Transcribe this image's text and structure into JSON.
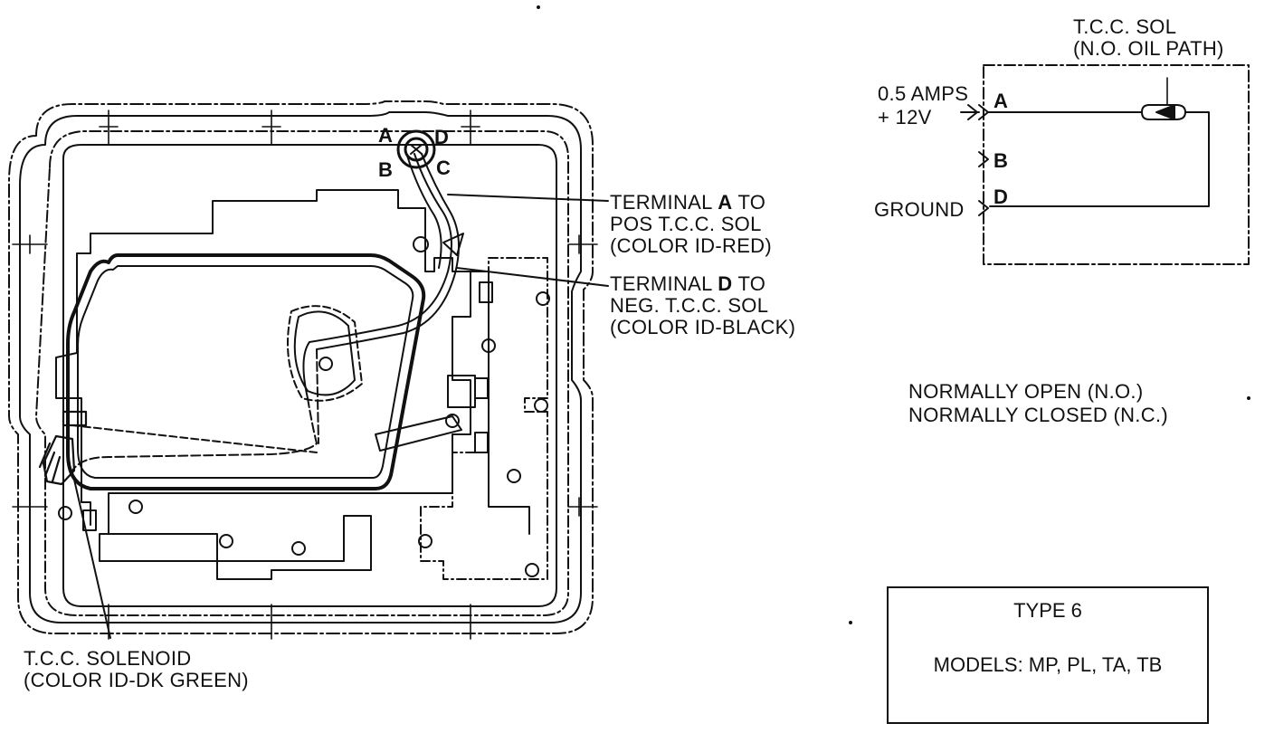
{
  "pan_labels": {
    "terminal_a": [
      "TERMINAL A TO",
      "POS T.C.C. SOL",
      "(COLOR ID-RED)"
    ],
    "terminal_d": [
      "TERMINAL D TO",
      "NEG. T.C.C. SOL",
      "(COLOR ID-BLACK)"
    ],
    "solenoid": [
      "T.C.C. SOLENOID",
      "(COLOR ID-DK GREEN)"
    ],
    "connector_pins": {
      "a": "A",
      "b": "B",
      "c": "C",
      "d": "D"
    }
  },
  "schematic": {
    "sol_title": [
      "T.C.C. SOL",
      "(N.O. OIL PATH)"
    ],
    "supply": [
      "0.5 AMPS",
      "+ 12V"
    ],
    "ground": "GROUND",
    "pins": {
      "a": "A",
      "b": "B",
      "d": "D"
    }
  },
  "legend": [
    "NORMALLY OPEN (N.O.)",
    "NORMALLY CLOSED (N.C.)"
  ],
  "type_box": {
    "title": "TYPE 6",
    "models": "MODELS: MP, PL, TA, TB"
  }
}
